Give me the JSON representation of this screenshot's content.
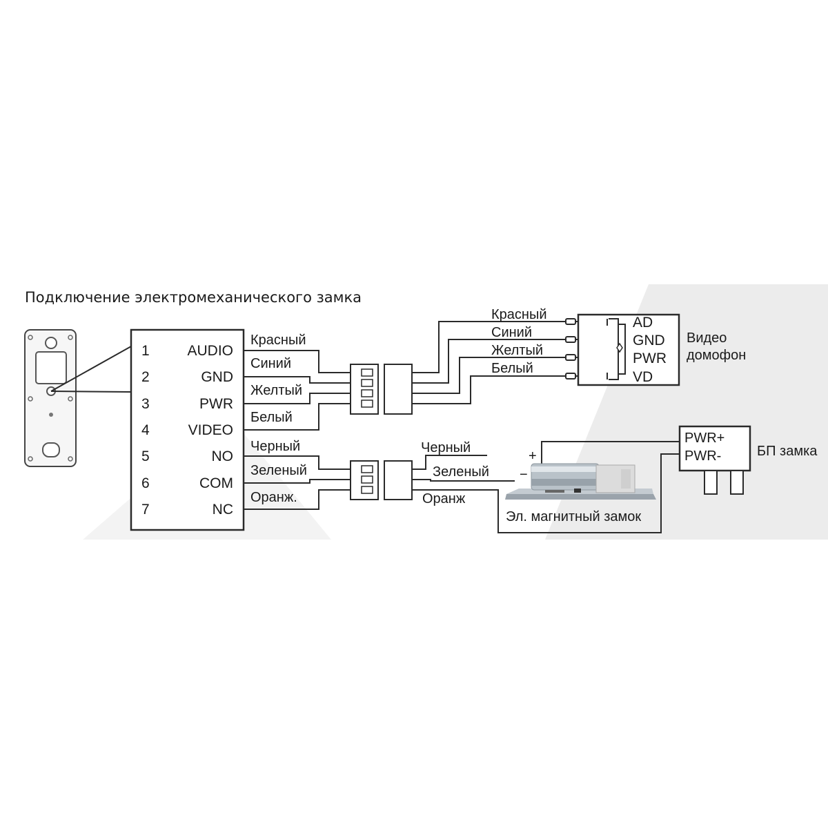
{
  "title": "Подключение электромеханического замка",
  "panel": {
    "pin_numbers": [
      "1",
      "2",
      "3",
      "4",
      "5",
      "6",
      "7"
    ],
    "pin_names": [
      "AUDIO",
      "GND",
      "PWR",
      "VIDEO",
      "NO",
      "COM",
      "NC"
    ]
  },
  "wires_panel": [
    "Красный",
    "Синий",
    "Желтый",
    "Белый",
    "Черный",
    "Зеленый",
    "Оранж."
  ],
  "wires_monitor": [
    "Красный",
    "Синий",
    "Желтый",
    "Белый"
  ],
  "monitor": {
    "pins": [
      "AD",
      "GND",
      "PWR",
      "VD"
    ],
    "name_line1": "Видео",
    "name_line2": "домофон"
  },
  "lock_wires": [
    "Черный",
    "Зеленый",
    "Оранж"
  ],
  "lock": {
    "plus": "+",
    "minus": "−",
    "name": "Эл. магнитный замок"
  },
  "psu": {
    "pwr_plus": "PWR+",
    "pwr_minus": "PWR-",
    "name": "БП замка"
  }
}
